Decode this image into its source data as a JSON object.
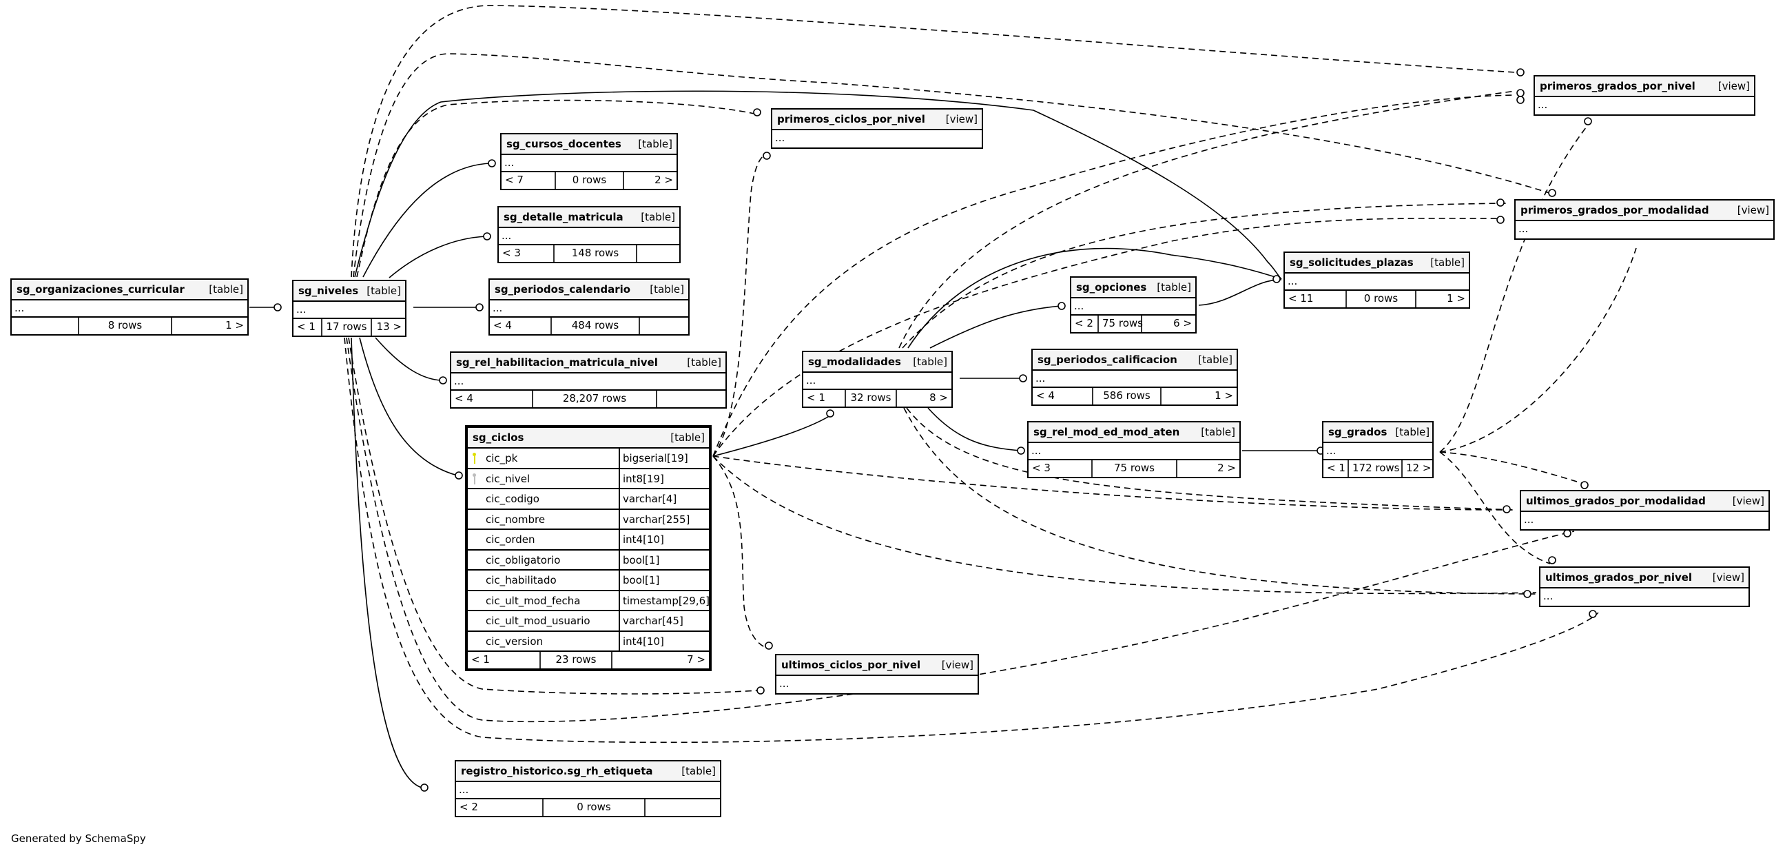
{
  "footer": "Generated by SchemaSpy",
  "tables": {
    "sg_organizaciones_curricular": {
      "name": "sg_organizaciones_curricular",
      "kind": "[table]",
      "dots": "...",
      "parents": "",
      "rows": "8 rows",
      "children": "1 >"
    },
    "sg_niveles": {
      "name": "sg_niveles",
      "kind": "[table]",
      "dots": "...",
      "parents": "< 1",
      "rows": "17 rows",
      "children": "13 >"
    },
    "sg_cursos_docentes": {
      "name": "sg_cursos_docentes",
      "kind": "[table]",
      "dots": "...",
      "parents": "< 7",
      "rows": "0 rows",
      "children": "2 >"
    },
    "sg_detalle_matricula": {
      "name": "sg_detalle_matricula",
      "kind": "[table]",
      "dots": "...",
      "parents": "< 3",
      "rows": "148 rows",
      "children": ""
    },
    "sg_periodos_calendario": {
      "name": "sg_periodos_calendario",
      "kind": "[table]",
      "dots": "...",
      "parents": "< 4",
      "rows": "484 rows",
      "children": ""
    },
    "sg_rel_habilitacion_matricula_nivel": {
      "name": "sg_rel_habilitacion_matricula_nivel",
      "kind": "[table]",
      "dots": "...",
      "parents": "< 4",
      "rows": "28,207 rows",
      "children": ""
    },
    "sg_ciclos": {
      "name": "sg_ciclos",
      "kind": "[table]",
      "parents": "< 1",
      "rows": "23 rows",
      "children": "7 >",
      "columns": [
        {
          "name": "cic_pk",
          "type": "bigserial[19]",
          "key": "primary-key"
        },
        {
          "name": "cic_nivel",
          "type": "int8[19]",
          "key": "foreign-key"
        },
        {
          "name": "cic_codigo",
          "type": "varchar[4]",
          "key": ""
        },
        {
          "name": "cic_nombre",
          "type": "varchar[255]",
          "key": ""
        },
        {
          "name": "cic_orden",
          "type": "int4[10]",
          "key": ""
        },
        {
          "name": "cic_obligatorio",
          "type": "bool[1]",
          "key": ""
        },
        {
          "name": "cic_habilitado",
          "type": "bool[1]",
          "key": ""
        },
        {
          "name": "cic_ult_mod_fecha",
          "type": "timestamp[29,6]",
          "key": ""
        },
        {
          "name": "cic_ult_mod_usuario",
          "type": "varchar[45]",
          "key": ""
        },
        {
          "name": "cic_version",
          "type": "int4[10]",
          "key": ""
        }
      ]
    },
    "registro_historico_sg_rh_etiqueta": {
      "name": "registro_historico.sg_rh_etiqueta",
      "kind": "[table]",
      "dots": "...",
      "parents": "< 2",
      "rows": "0 rows",
      "children": ""
    },
    "primeros_ciclos_por_nivel": {
      "name": "primeros_ciclos_por_nivel",
      "kind": "[view]",
      "dots": "..."
    },
    "ultimos_ciclos_por_nivel": {
      "name": "ultimos_ciclos_por_nivel",
      "kind": "[view]",
      "dots": "..."
    },
    "sg_modalidades": {
      "name": "sg_modalidades",
      "kind": "[table]",
      "dots": "...",
      "parents": "< 1",
      "rows": "32 rows",
      "children": "8 >"
    },
    "sg_opciones": {
      "name": "sg_opciones",
      "kind": "[table]",
      "dots": "...",
      "parents": "< 2",
      "rows": "75 rows",
      "children": "6 >"
    },
    "sg_periodos_calificacion": {
      "name": "sg_periodos_calificacion",
      "kind": "[table]",
      "dots": "...",
      "parents": "< 4",
      "rows": "586 rows",
      "children": "1 >"
    },
    "sg_rel_mod_ed_mod_aten": {
      "name": "sg_rel_mod_ed_mod_aten",
      "kind": "[table]",
      "dots": "...",
      "parents": "< 3",
      "rows": "75 rows",
      "children": "2 >"
    },
    "sg_solicitudes_plazas": {
      "name": "sg_solicitudes_plazas",
      "kind": "[table]",
      "dots": "...",
      "parents": "< 11",
      "rows": "0 rows",
      "children": "1 >"
    },
    "sg_grados": {
      "name": "sg_grados",
      "kind": "[table]",
      "dots": "...",
      "parents": "< 1",
      "rows": "172 rows",
      "children": "12 >"
    },
    "primeros_grados_por_nivel": {
      "name": "primeros_grados_por_nivel",
      "kind": "[view]",
      "dots": "..."
    },
    "primeros_grados_por_modalidad": {
      "name": "primeros_grados_por_modalidad",
      "kind": "[view]",
      "dots": "..."
    },
    "ultimos_grados_por_modalidad": {
      "name": "ultimos_grados_por_modalidad",
      "kind": "[view]",
      "dots": "..."
    },
    "ultimos_grados_por_nivel": {
      "name": "ultimos_grados_por_nivel",
      "kind": "[view]",
      "dots": "..."
    }
  },
  "relationships": [
    {
      "from": "sg_organizaciones_curricular",
      "to": "sg_niveles",
      "style": "solid"
    },
    {
      "from": "sg_niveles",
      "to": "sg_cursos_docentes",
      "style": "solid"
    },
    {
      "from": "sg_niveles",
      "to": "sg_detalle_matricula",
      "style": "solid"
    },
    {
      "from": "sg_niveles",
      "to": "sg_periodos_calendario",
      "style": "solid"
    },
    {
      "from": "sg_niveles",
      "to": "sg_rel_habilitacion_matricula_nivel",
      "style": "solid"
    },
    {
      "from": "sg_niveles",
      "to": "sg_ciclos",
      "style": "solid"
    },
    {
      "from": "sg_niveles",
      "to": "registro_historico_sg_rh_etiqueta",
      "style": "solid"
    },
    {
      "from": "sg_niveles",
      "to": "sg_solicitudes_plazas",
      "style": "solid"
    },
    {
      "from": "sg_niveles",
      "to": "primeros_ciclos_por_nivel",
      "style": "dashed"
    },
    {
      "from": "sg_niveles",
      "to": "primeros_grados_por_nivel",
      "style": "dashed"
    },
    {
      "from": "sg_niveles",
      "to": "primeros_grados_por_modalidad",
      "style": "dashed"
    },
    {
      "from": "sg_niveles",
      "to": "ultimos_ciclos_por_nivel",
      "style": "dashed"
    },
    {
      "from": "sg_niveles",
      "to": "ultimos_grados_por_modalidad",
      "style": "dashed"
    },
    {
      "from": "sg_niveles",
      "to": "ultimos_grados_por_nivel",
      "style": "dashed"
    },
    {
      "from": "sg_ciclos",
      "to": "sg_modalidades",
      "style": "solid"
    },
    {
      "from": "sg_ciclos",
      "to": "primeros_ciclos_por_nivel",
      "style": "dashed"
    },
    {
      "from": "sg_ciclos",
      "to": "ultimos_ciclos_por_nivel",
      "style": "dashed"
    },
    {
      "from": "sg_ciclos",
      "to": "primeros_grados_por_nivel",
      "style": "dashed"
    },
    {
      "from": "sg_ciclos",
      "to": "primeros_grados_por_modalidad",
      "style": "dashed"
    },
    {
      "from": "sg_ciclos",
      "to": "ultimos_grados_por_modalidad",
      "style": "dashed"
    },
    {
      "from": "sg_ciclos",
      "to": "ultimos_grados_por_nivel",
      "style": "dashed"
    },
    {
      "from": "sg_modalidades",
      "to": "sg_opciones",
      "style": "solid"
    },
    {
      "from": "sg_modalidades",
      "to": "sg_periodos_calificacion",
      "style": "solid"
    },
    {
      "from": "sg_modalidades",
      "to": "sg_rel_mod_ed_mod_aten",
      "style": "solid"
    },
    {
      "from": "sg_modalidades",
      "to": "sg_solicitudes_plazas",
      "style": "solid"
    },
    {
      "from": "sg_modalidades",
      "to": "primeros_grados_por_nivel",
      "style": "dashed"
    },
    {
      "from": "sg_modalidades",
      "to": "primeros_grados_por_modalidad",
      "style": "dashed"
    },
    {
      "from": "sg_modalidades",
      "to": "ultimos_grados_por_modalidad",
      "style": "dashed"
    },
    {
      "from": "sg_modalidades",
      "to": "ultimos_grados_por_nivel",
      "style": "dashed"
    },
    {
      "from": "sg_opciones",
      "to": "sg_solicitudes_plazas",
      "style": "solid"
    },
    {
      "from": "sg_rel_mod_ed_mod_aten",
      "to": "sg_grados",
      "style": "solid"
    },
    {
      "from": "sg_grados",
      "to": "primeros_grados_por_nivel",
      "style": "dashed"
    },
    {
      "from": "sg_grados",
      "to": "primeros_grados_por_modalidad",
      "style": "dashed"
    },
    {
      "from": "sg_grados",
      "to": "ultimos_grados_por_modalidad",
      "style": "dashed"
    },
    {
      "from": "sg_grados",
      "to": "ultimos_grados_por_nivel",
      "style": "dashed"
    }
  ]
}
